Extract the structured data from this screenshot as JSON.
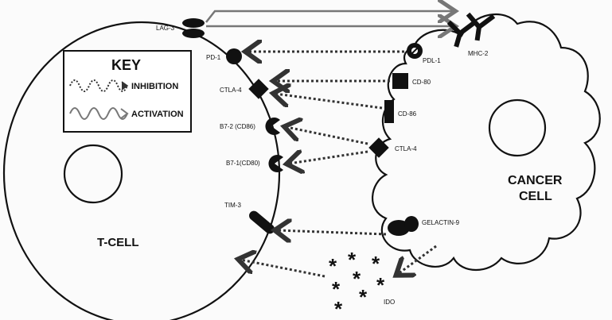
{
  "key": {
    "title": "KEY",
    "inhibition": "INHIBITION",
    "activation": "ACTIVATION"
  },
  "tcell": {
    "label": "T-CELL",
    "receptors": {
      "lag3": "LAG-3",
      "pd1": "PD-1",
      "ctla4": "CTLA-4",
      "b72": "B7-2 (CD86)",
      "b71": "B7-1(CD80)",
      "tim3": "TIM-3"
    }
  },
  "cancer": {
    "label_line1": "CANCER",
    "label_line2": "CELL",
    "ligands": {
      "pdl1": "PDL-1",
      "mhc2": "MHC-2",
      "cd80": "CD-80",
      "cd86": "CD-86",
      "ctla4": "CTLA-4",
      "galectin9": "GELACTIN-9"
    }
  },
  "ido": {
    "label": "IDO"
  },
  "colors": {
    "inhibition_line": "#333333",
    "activation_line": "#777777",
    "shape_fill": "#000000"
  }
}
